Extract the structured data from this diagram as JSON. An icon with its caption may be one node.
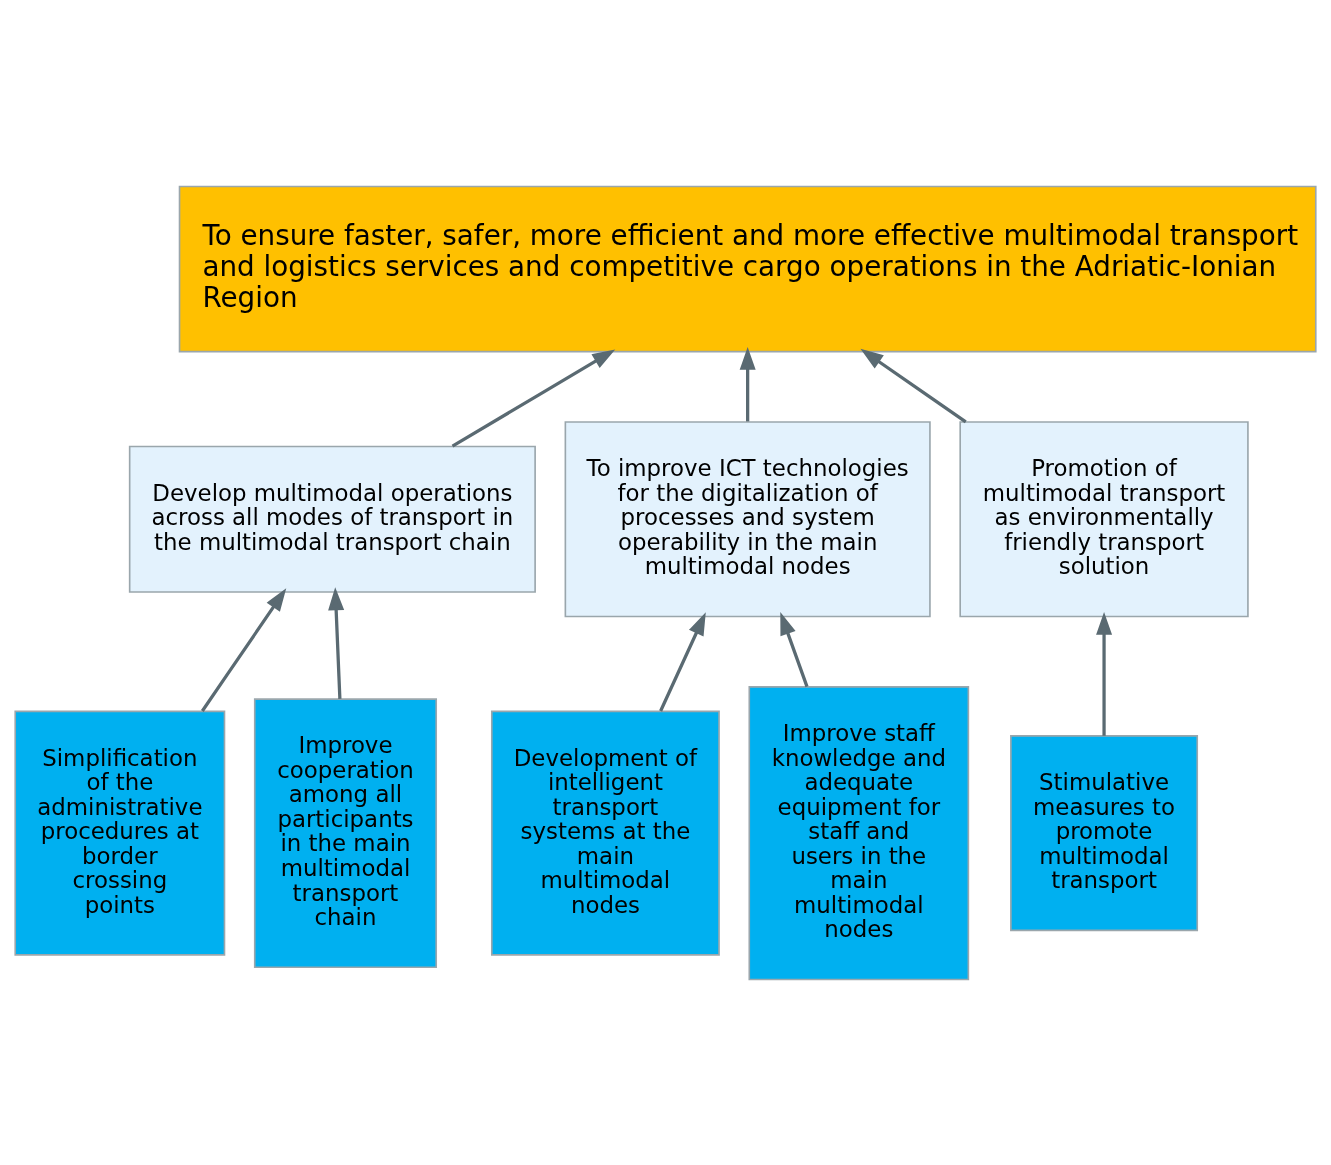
{
  "diagram": {
    "nodes": [
      {
        "text": [
          "To ensure faster, safer, more efficient and more effective multimodal transport and logistics services and competitive cargo operations in the Adriatic-Ionian Region"
        ]
      },
      {
        "text": [
          "Develop multimodal operations across all modes of transport in the multimodal transport chain"
        ]
      },
      {
        "text": [
          "To improve ICT technologies for the digitalization of processes and system operability in the main multimodal nodes"
        ]
      },
      {
        "text": [
          "Promotion of multimodal transport as environmentally friendly transport solution"
        ]
      },
      {
        "text": [
          "Simplification of the administrative procedures at border crossing points"
        ]
      },
      {
        "text": [
          "Improve cooperation among all participants in the main multimodal transport chain"
        ]
      },
      {
        "text": [
          "Development of intelligent transport systems at the main multimodal nodes"
        ]
      },
      {
        "text": [
          "Improve staff knowledge and adequate equipment for staff and users in the main multimodal nodes"
        ]
      },
      {
        "text": [
          "Stimulative measures to promote multimodal transport"
        ]
      }
    ],
    "edges": [
      {
        "from": 1,
        "to": 0,
        "arrow": "to"
      },
      {
        "from": 2,
        "to": 0,
        "arrow": "to"
      },
      {
        "from": 3,
        "to": 0,
        "arrow": "to"
      },
      {
        "from": 4,
        "to": 1,
        "arrow": "to"
      },
      {
        "from": 5,
        "to": 1,
        "arrow": "to"
      },
      {
        "from": 6,
        "to": 2,
        "arrow": "to"
      },
      {
        "from": 7,
        "to": 2,
        "arrow": "to"
      },
      {
        "from": 8,
        "to": 3,
        "arrow": "to"
      }
    ]
  }
}
